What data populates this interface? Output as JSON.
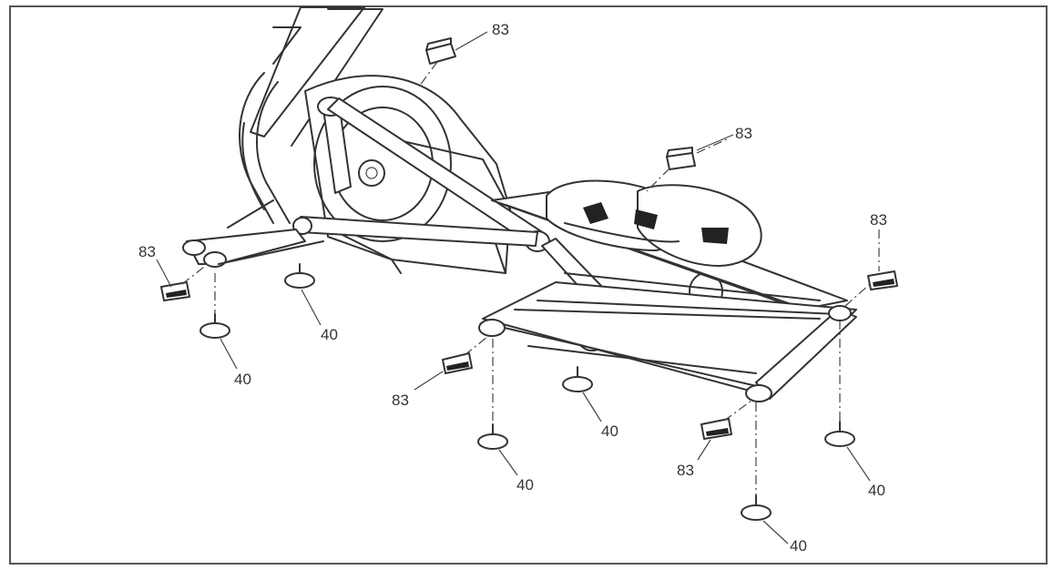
{
  "diagram": {
    "callouts": [
      {
        "id": "c1",
        "text": "83"
      },
      {
        "id": "c2",
        "text": "83"
      },
      {
        "id": "c3",
        "text": "83"
      },
      {
        "id": "c4",
        "text": "83"
      },
      {
        "id": "c5",
        "text": "83"
      },
      {
        "id": "c6",
        "text": "83"
      },
      {
        "id": "c7",
        "text": "40"
      },
      {
        "id": "c8",
        "text": "40"
      },
      {
        "id": "c9",
        "text": "40"
      },
      {
        "id": "c10",
        "text": "40"
      },
      {
        "id": "c11",
        "text": "40"
      },
      {
        "id": "c12",
        "text": "40"
      }
    ]
  },
  "colors": {
    "line": "#333333",
    "background": "#ffffff",
    "border": "#555555"
  }
}
